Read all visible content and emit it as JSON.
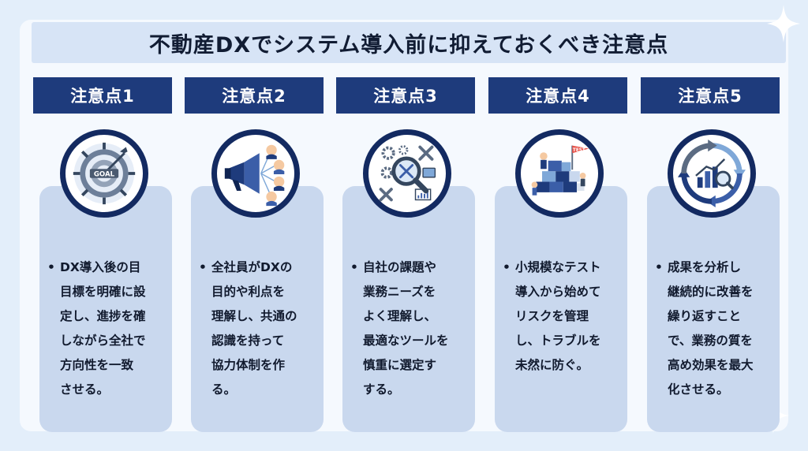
{
  "title": "不動産DXでシステム導入前に抑えておくべき注意点",
  "colors": {
    "navy": "#1e3b7c",
    "ring": "#132a61",
    "card": "#c9d8ee",
    "title_bg": "#d7e4f6",
    "background": "#e3eefa"
  },
  "points": [
    {
      "header": "注意点1",
      "icon": "goal-target-icon",
      "icon_label": "GOAL",
      "bullet": "•",
      "lines": [
        "DX導入後の目",
        "目標を明確に設",
        "定し、進捗を確",
        "しながら全社で",
        "方向性を一致",
        "させる。"
      ]
    },
    {
      "header": "注意点2",
      "icon": "megaphone-people-icon",
      "bullet": "•",
      "lines": [
        "全社員がDXの",
        "目的や利点を",
        "理解し、共通の",
        "認識を持って",
        "協力体制を作",
        "る。"
      ]
    },
    {
      "header": "注意点3",
      "icon": "tools-magnifier-icon",
      "bullet": "•",
      "lines": [
        "自社の課題や",
        "業務ニーズを",
        "よく理解し、",
        "最適なツールを",
        "慎重に選定す",
        "する。"
      ]
    },
    {
      "header": "注意点4",
      "icon": "test-blocks-icon",
      "icon_label": "TEST",
      "bullet": "•",
      "lines": [
        "小規模なテスト",
        "導入から始めて",
        "リスクを管理",
        "し、トラブルを",
        "未然に防ぐ。"
      ]
    },
    {
      "header": "注意点5",
      "icon": "improvement-cycle-icon",
      "bullet": "•",
      "lines": [
        "成果を分析し",
        "継続的に改善を",
        "繰り返すこと",
        "で、業務の質を",
        "高め効果を最大",
        "化させる。"
      ]
    }
  ]
}
